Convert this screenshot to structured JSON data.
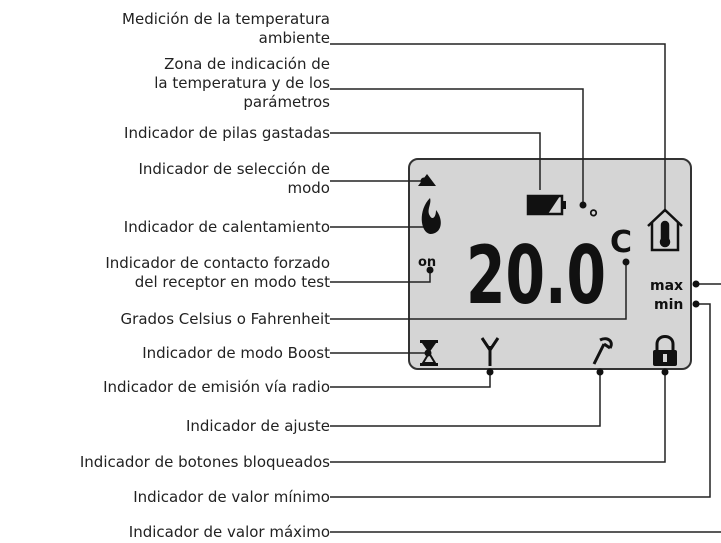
{
  "labels": {
    "ambient_1": "Medición de la temperatura",
    "ambient_2": "ambiente",
    "zone_1": "Zona de indicación de",
    "zone_2": "la temperatura y de los",
    "zone_3": "parámetros",
    "battery": "Indicador de pilas gastadas",
    "mode_sel_1": "Indicador de selección de",
    "mode_sel_2": "modo",
    "heating": "Indicador de calentamiento",
    "forced_1": "Indicador de contacto forzado",
    "forced_2": "del receptor en modo test",
    "units": "Grados Celsius o Fahrenheit",
    "boost": "Indicador de modo Boost",
    "radio": "Indicador de emisión vía radio",
    "adjust": "Indicador de ajuste",
    "locked": "Indicador de botones bloqueados",
    "min": "Indicador de valor mínimo",
    "max": "Indicador de valor máximo"
  },
  "display": {
    "temperature": "20.0",
    "degree": "°",
    "unit": "C",
    "on_text": "on",
    "max_text": "max",
    "min_text": "min"
  },
  "icons": [
    "triangle-up-icon",
    "flame-icon",
    "battery-low-icon",
    "house-thermometer-icon",
    "hourglass-icon",
    "antenna-icon",
    "wrench-icon",
    "padlock-icon"
  ]
}
